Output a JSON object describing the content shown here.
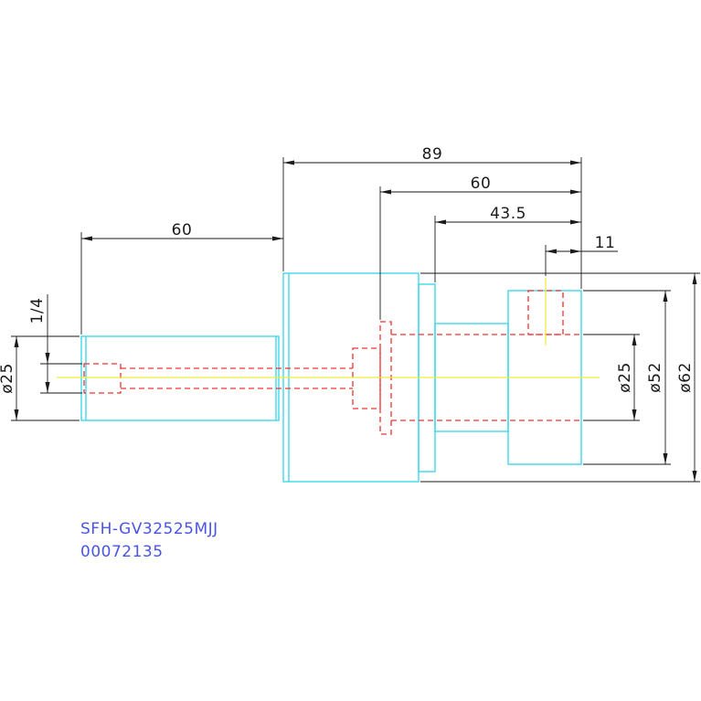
{
  "dimensions": {
    "overall_length": "89",
    "shaft_length": "60",
    "inner_60": "60",
    "inner_43_5": "43.5",
    "width_11": "11",
    "thread": "1/4",
    "dia_left": "ø25",
    "dia_right_25": "ø25",
    "dia_52": "ø52",
    "dia_62": "ø62"
  },
  "part": {
    "number": "SFH-GV32525MJJ",
    "code": "00072135"
  },
  "colors": {
    "outline": "#3fd8ea",
    "hidden": "#ee3333",
    "center": "#f2ea3a",
    "dimension": "#1a1a1a",
    "part_text": "#4a55e6"
  }
}
